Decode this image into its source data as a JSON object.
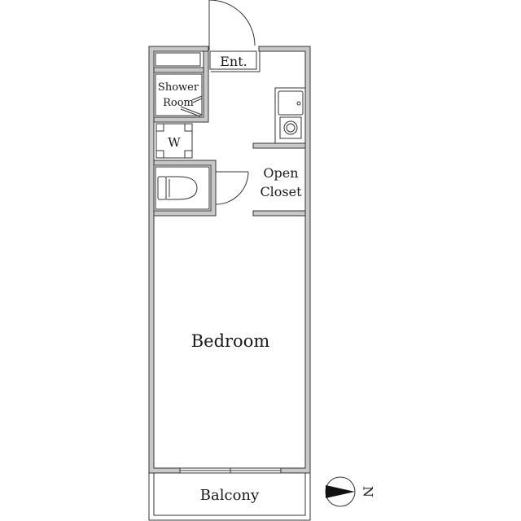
{
  "floorplan": {
    "rooms": {
      "entrance": {
        "label": "Ent."
      },
      "shower": {
        "label_line1": "Shower",
        "label_line2": "Room"
      },
      "washer": {
        "label": "W"
      },
      "closet": {
        "label_line1": "Open",
        "label_line2": "Closet"
      },
      "bedroom": {
        "label": "Bedroom"
      },
      "balcony": {
        "label": "Balcony"
      }
    },
    "compass": {
      "direction": "N"
    },
    "colors": {
      "wall_fill": "#c8c8c8",
      "line": "#333333",
      "background": "#ffffff"
    }
  }
}
